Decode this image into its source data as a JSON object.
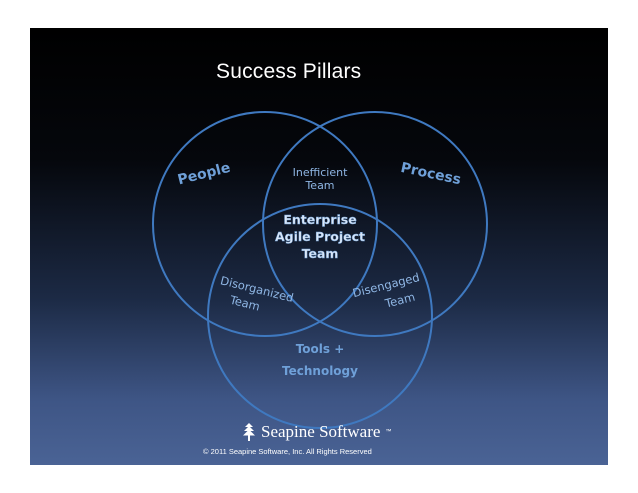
{
  "slide": {
    "title": "Success Pillars",
    "copyright": "© 2011 Seapine Software, Inc. All Rights Reserved",
    "logo": {
      "name": "Seapine Software",
      "trademark": "™",
      "icon": "tree-icon"
    }
  },
  "venn": {
    "stroke_color": "#3f79c0",
    "sets": [
      {
        "id": "people",
        "label": "People"
      },
      {
        "id": "process",
        "label": "Process"
      },
      {
        "id": "tools",
        "label_lines": [
          "Tools +",
          "Technology"
        ]
      }
    ],
    "intersections": {
      "people_process": {
        "label_lines": [
          "Inefficient",
          "Team"
        ]
      },
      "people_tools": {
        "label_lines": [
          "Disorganized",
          "Team"
        ]
      },
      "process_tools": {
        "label_lines": [
          "Disengaged",
          "Team"
        ]
      },
      "all": {
        "label_lines": [
          "Enterprise",
          "Agile Project",
          "Team"
        ]
      }
    }
  }
}
